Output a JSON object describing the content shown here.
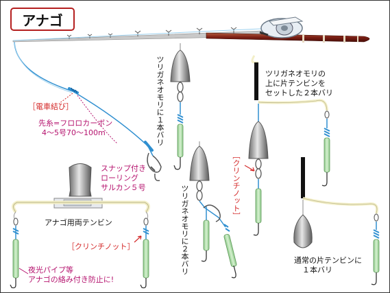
{
  "title": "アナゴ",
  "labels": {
    "knot_dentai": "［電車結び］",
    "leader_line1": "先糸=フロロカーボン",
    "leader_line2": "4～5号70～100m",
    "snap_line1": "スナップ付き",
    "snap_line2": "ローリング",
    "snap_line3": "サルカン５号",
    "anago_tenbin": "アナゴ用両テンビン",
    "clinch_bottom": "［クリンチノット］",
    "clinch_mid": "［クリンチノット］",
    "yako_line1": "夜光パイプ等",
    "yako_line2": "アナゴの絡み付き防止に!",
    "rig1_vertical": "ツリガネオモリに１本バリ",
    "rig2_vertical": "ツリガネオモリに２本バリ",
    "rig3_line1": "ツリガネオモリの",
    "rig3_line2": "上に片テンビンを",
    "rig3_line3": "セットした２本バリ",
    "rig4_line1": "通常の片テンビンに",
    "rig4_line2": "１本バリ"
  },
  "colors": {
    "title_border": "#b41e1e",
    "line_blue": "#2f8fd0",
    "knot_red": "#d42a2a",
    "magenta": "#b5136e",
    "glow_tube": "#b7e0b0",
    "sinker_gray": "#9a9a9a",
    "wire_yellow": "#f3efc8",
    "rod_brown": "#7a1e14"
  }
}
